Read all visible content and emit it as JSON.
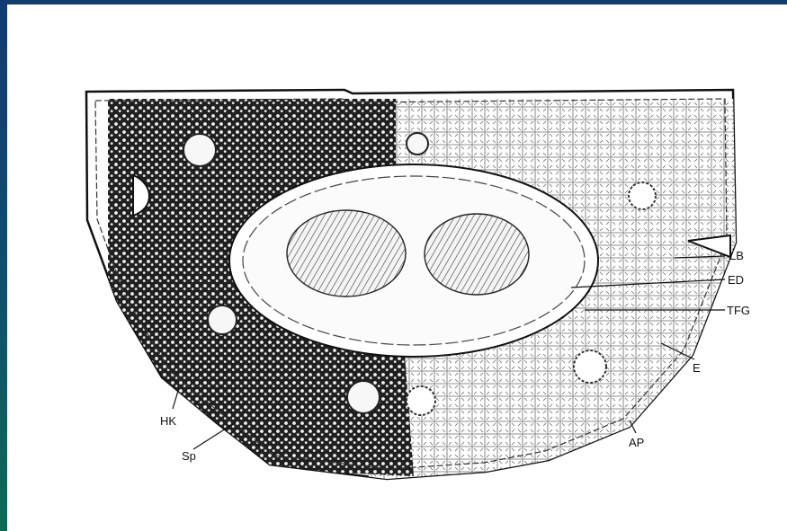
{
  "figure": {
    "labels": {
      "lb": "LB",
      "ed": "ED",
      "tfg": "TFG",
      "e": "E",
      "ap": "AP",
      "hk": "HK",
      "sp": "Sp"
    }
  }
}
